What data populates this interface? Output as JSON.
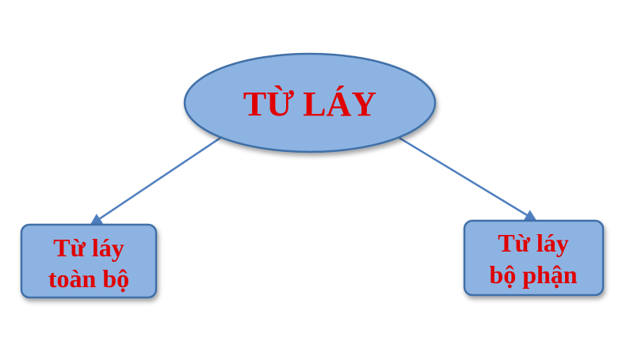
{
  "diagram": {
    "root": {
      "label": "TỪ LÁY"
    },
    "children": [
      {
        "line1": "Từ láy",
        "line2": "toàn bộ"
      },
      {
        "line1": "Từ láy",
        "line2": "bộ phận"
      }
    ]
  },
  "colors": {
    "node_fill": "#8DB3E2",
    "node_stroke": "#3F6FA8",
    "text": "#E00000",
    "connector": "#4F7EBF"
  }
}
